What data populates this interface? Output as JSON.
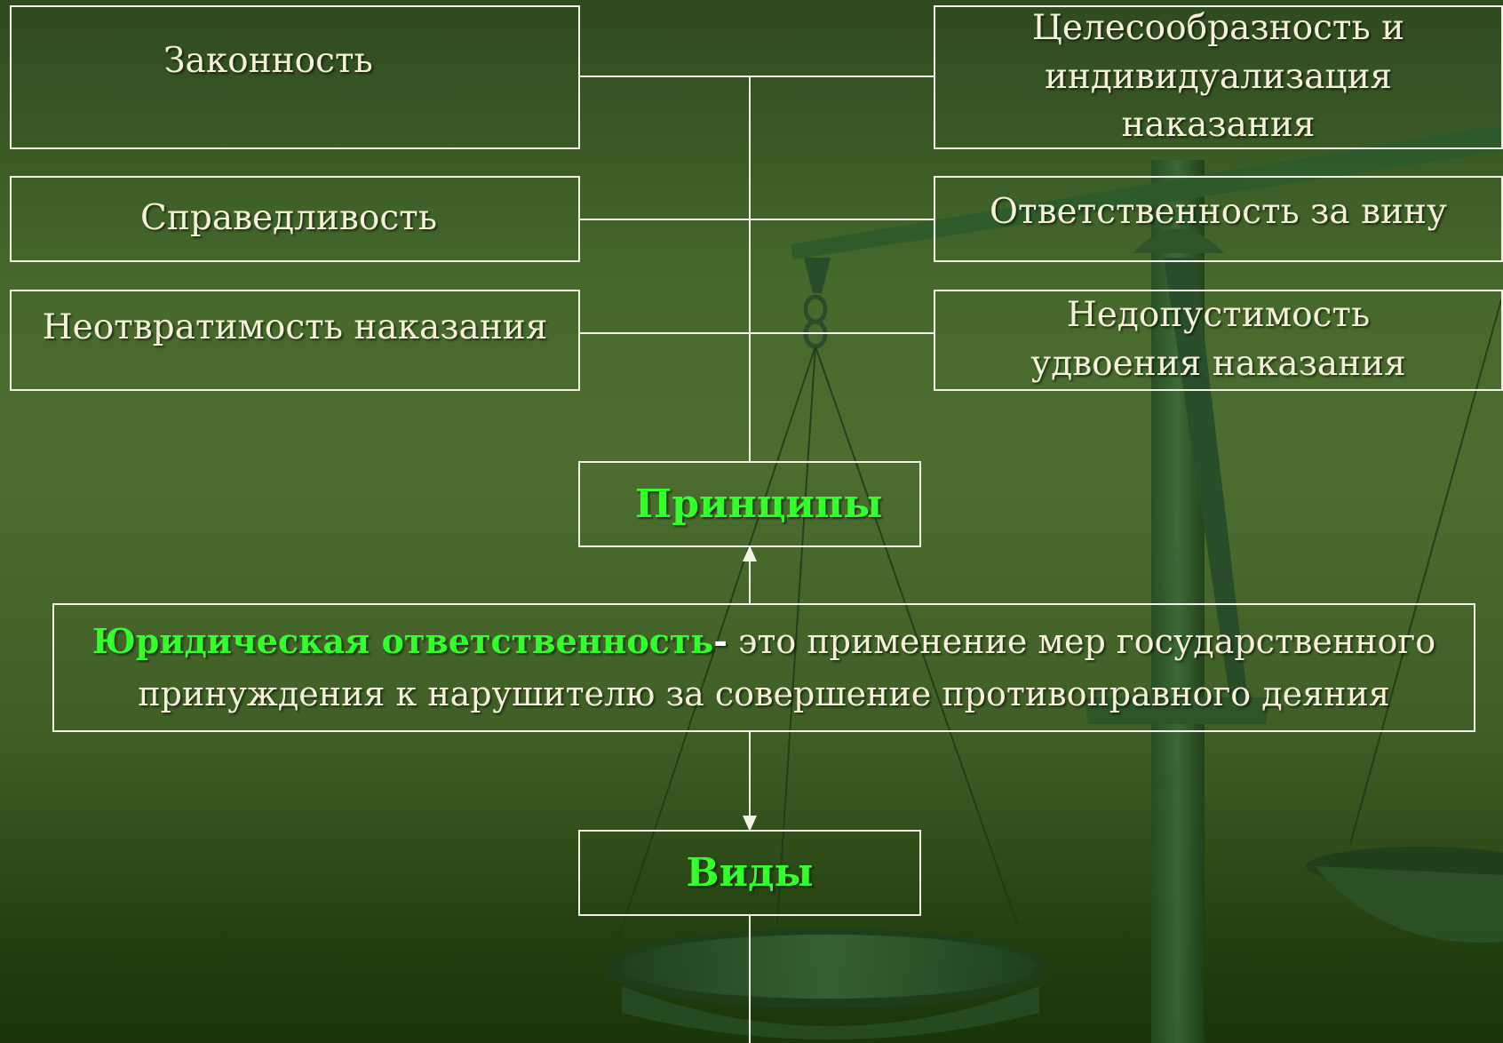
{
  "principles_left": [
    "Законность",
    "Справедливость",
    "Неотвратимость наказания"
  ],
  "principles_right": [
    "Целесообразность и индивидуализация наказания",
    "Ответственность за вину",
    "Недопустимость удвоения наказания"
  ],
  "principles_title": "Принципы",
  "definition": {
    "term": "Юридическая ответственность",
    "dash": "-",
    "text": " это применение мер государственного принуждения к нарушителю за совершение противоправного деяния"
  },
  "types_title": "Виды",
  "colors": {
    "background": "#466a2c",
    "accent": "#33ff2a",
    "text": "#f4f1d8",
    "lines": "#f2f2e6"
  }
}
